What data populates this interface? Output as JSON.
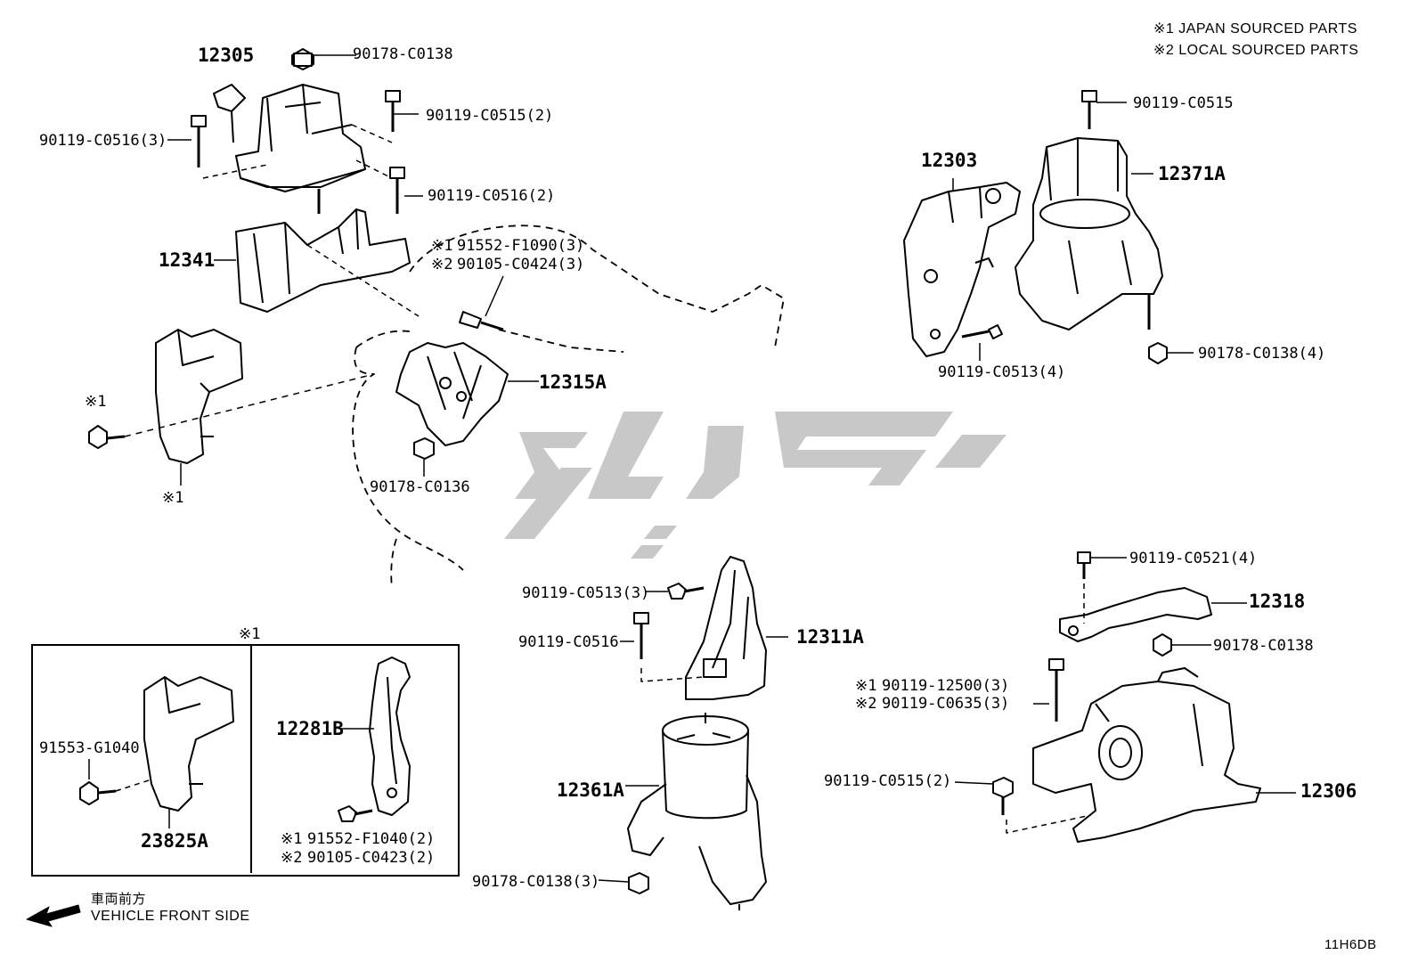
{
  "legend": {
    "line1": "※1 JAPAN SOURCED PARTS",
    "line2": "※2 LOCAL SOURCED PARTS"
  },
  "diagram_code": "11H6DB",
  "front_side": {
    "jp": "車両前方",
    "en": "VEHICLE FRONT SIDE"
  },
  "inset_marker": "※1",
  "callouts": {
    "p12305": "12305",
    "p90178_c0138_top": "90178-C0138",
    "p90119_c0516_3": "90119-C0516(3)",
    "p90119_c0515_2_top": "90119-C0515(2)",
    "p90119_c0516_2": "90119-C0516(2)",
    "p12341": "12341",
    "mark1_a": "※1",
    "p91552_f1090": "91552-F1090(3)",
    "mark2_a": "※2",
    "p90105_c0424": "90105-C0424(3)",
    "p12315a": "12315A",
    "p90178_c0136": "90178-C0136",
    "mark1_bolt": "※1",
    "mark1_bracket": "※1",
    "p12303": "12303",
    "p90119_c0515_right": "90119-C0515",
    "p12371a": "12371A",
    "p90119_c0513_4": "90119-C0513(4)",
    "p90178_c0138_4": "90178-C0138(4)",
    "p91553_g1040": "91553-G1040",
    "p23825a": "23825A",
    "p12281b": "12281B",
    "mark1_b": "※1",
    "p91552_f1040": "91552-F1040(2)",
    "mark2_b": "※2",
    "p90105_c0423": "90105-C0423(2)",
    "p90119_c0513_3": "90119-C0513(3)",
    "p90119_c0516": "90119-C0516",
    "p12311a": "12311A",
    "p12361a": "12361A",
    "p90178_c0138_3": "90178-C0138(3)",
    "p90119_c0521_4": "90119-C0521(4)",
    "p12318": "12318",
    "p90178_c0138_mid": "90178-C0138",
    "mark1_c": "※1",
    "p90119_12500": "90119-12500(3)",
    "mark2_c": "※2",
    "p90119_c0635": "90119-C0635(3)",
    "p90119_c0515_2_bottom": "90119-C0515(2)",
    "p12306": "12306"
  },
  "colors": {
    "line": "#000000",
    "watermark": "#c8c8c8",
    "background": "#ffffff"
  }
}
